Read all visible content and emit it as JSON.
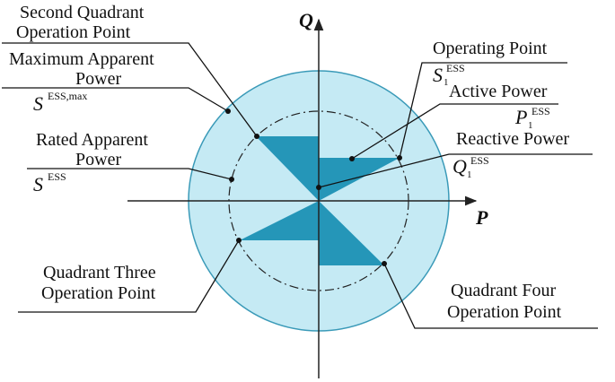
{
  "colors": {
    "outer_circle_fill": "#c5eaf4",
    "outer_circle_stroke": "#3a9ab8",
    "wedge_fill": "#2596b8",
    "axis": "#222222",
    "dash_circle": "#222222"
  },
  "axes": {
    "x_label": "P",
    "y_label": "Q"
  },
  "labels": {
    "second_quadrant_line1": "Second Quadrant",
    "second_quadrant_line2": "Operation Point",
    "max_apparent_line1": "Maximum Apparent",
    "max_apparent_line2": "Power",
    "max_apparent_symbol": "S",
    "max_apparent_sup": "ESS,max",
    "rated_apparent_line1": "Rated Apparent",
    "rated_apparent_line2": "Power",
    "rated_apparent_symbol": "S",
    "rated_apparent_sup": "ESS",
    "operating_point": "Operating Point",
    "operating_symbol": "S",
    "operating_sub": "1",
    "operating_sup": "ESS",
    "active_power": "Active Power",
    "active_symbol": "P",
    "active_sub": "1",
    "active_sup": "ESS",
    "reactive_power": "Reactive Power",
    "reactive_symbol": "Q",
    "reactive_sub": "1",
    "reactive_sup": "ESS",
    "quadrant_three_line1": "Quadrant Three",
    "quadrant_three_line2": "Operation Point",
    "quadrant_four_line1": "Quadrant Four",
    "quadrant_four_line2": "Operation Point"
  }
}
